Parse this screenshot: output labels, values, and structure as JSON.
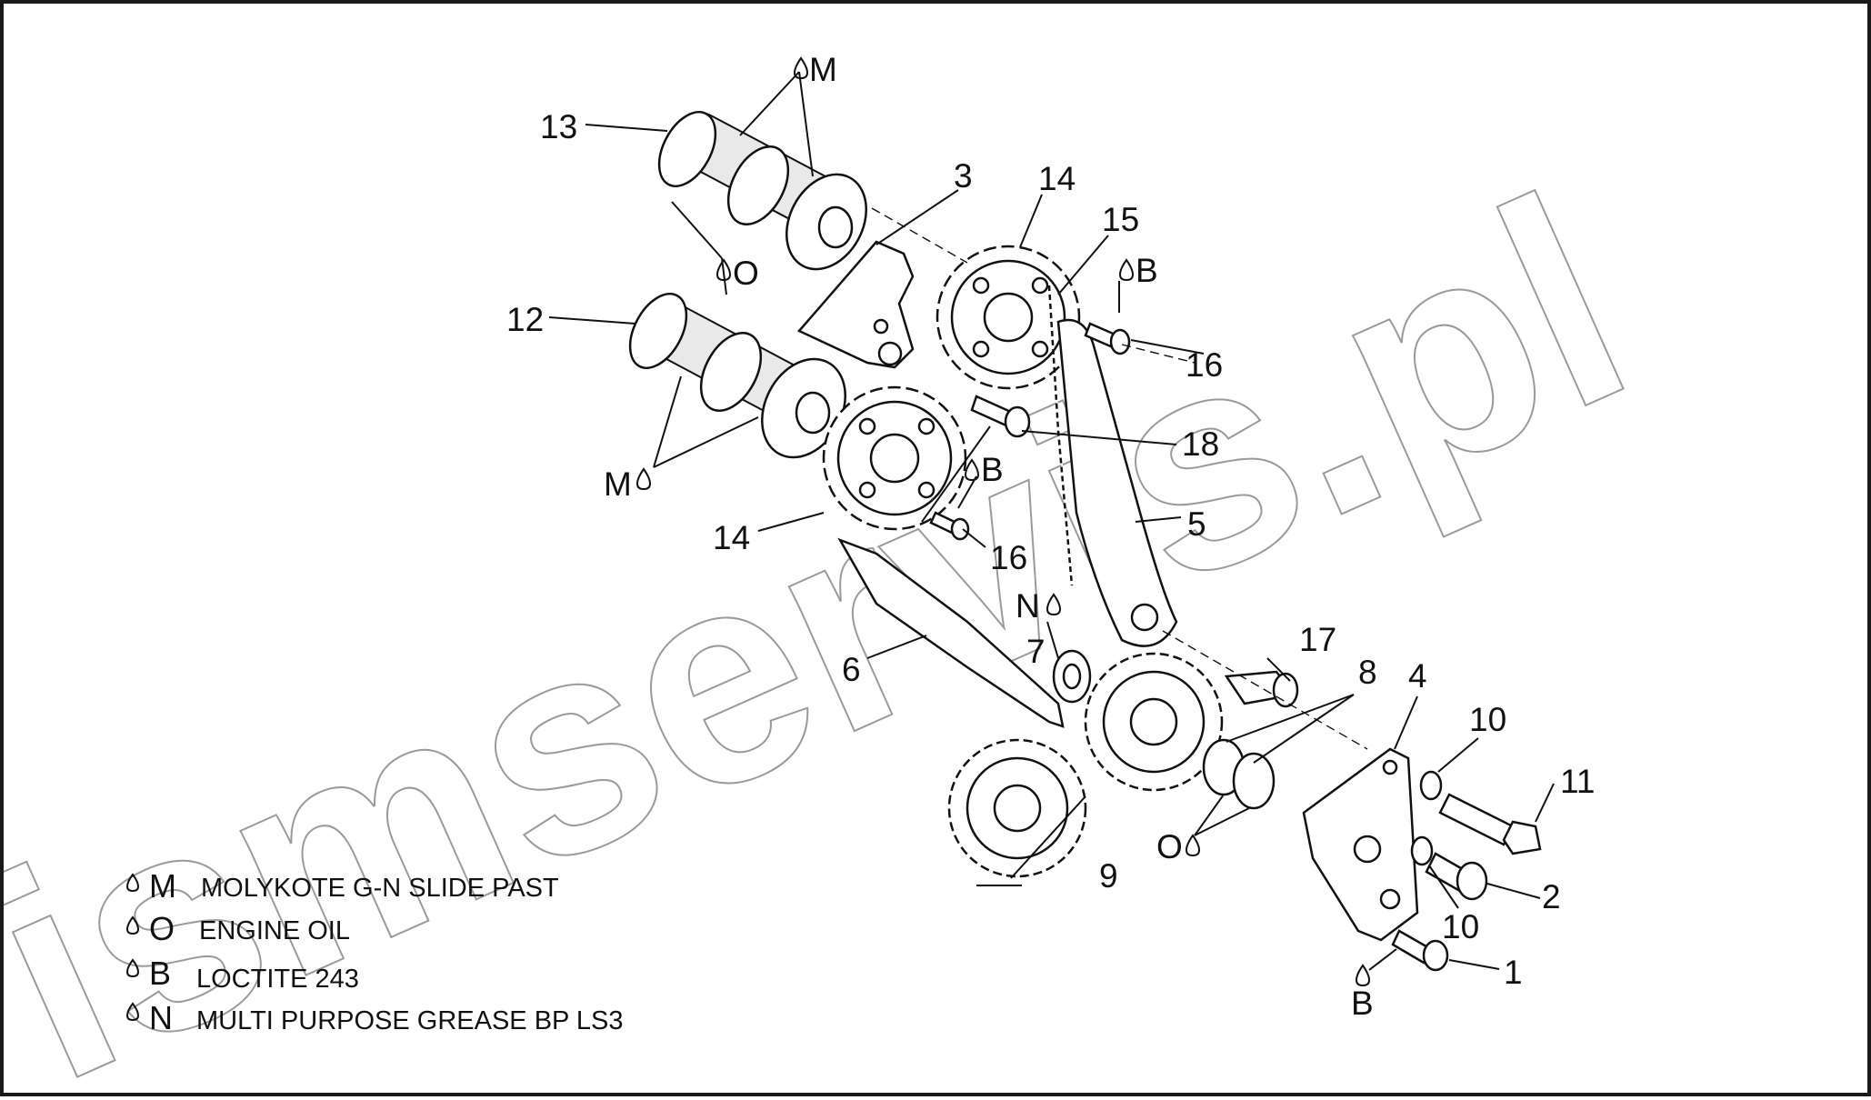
{
  "callouts": {
    "c1": "1",
    "c2": "2",
    "c3": "3",
    "c4": "4",
    "c5": "5",
    "c6": "6",
    "c7": "7",
    "c8": "8",
    "c9": "9",
    "c10a": "10",
    "c10b": "10",
    "c11": "11",
    "c12": "12",
    "c13": "13",
    "c14a": "14",
    "c14b": "14",
    "c15": "15",
    "c16a": "16",
    "c16b": "16",
    "c17": "17",
    "c18": "18"
  },
  "lube_marks": {
    "m_top": "M",
    "m_mid": "M",
    "o_top": "O",
    "o_bot": "O",
    "b_top": "B",
    "b_mid": "B",
    "b_bot": "B",
    "n_mid": "N"
  },
  "legend": [
    {
      "symbol": "M",
      "text": "MOLYKOTE G-N SLIDE PAST"
    },
    {
      "symbol": "O",
      "text": "ENGINE OIL"
    },
    {
      "symbol": "B",
      "text": "LOCTITE 243"
    },
    {
      "symbol": "N",
      "text": "MULTI PURPOSE GREASE BP LS3"
    }
  ],
  "watermark": "ismservis.pl",
  "colors": {
    "line": "#111111",
    "watermark_stroke": "#9a9a9a",
    "background": "#ffffff"
  }
}
